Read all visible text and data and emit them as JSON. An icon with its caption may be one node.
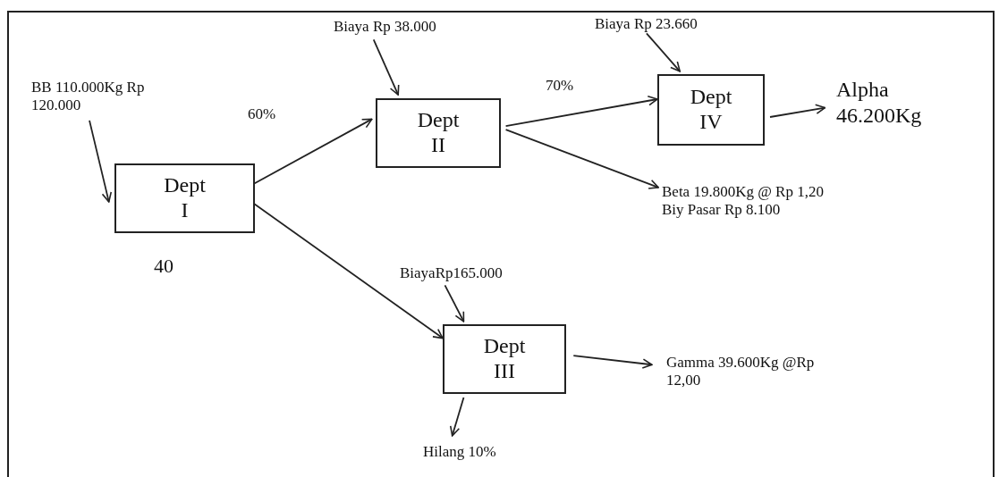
{
  "diagram": {
    "nodes": [
      {
        "text": [
          "BB 110.000Kg Rp 120.000"
        ]
      },
      {
        "text": [
          "Dept I"
        ],
        "beside": [
          "40"
        ]
      },
      {
        "text": [
          "Biaya Rp 38.000"
        ]
      },
      {
        "text": [
          "Dept II"
        ]
      },
      {
        "text": [
          "Biaya Rp 23.660"
        ]
      },
      {
        "text": [
          "Dept IV"
        ]
      },
      {
        "text": [
          "Alpha 46.200Kg"
        ]
      },
      {
        "text": [
          "Beta 19.800Kg @ Rp 1,20 Biy Pasar Rp 8.100"
        ]
      },
      {
        "text": [
          "BiayaRp165.000"
        ]
      },
      {
        "text": [
          "Dept III"
        ]
      },
      {
        "text": [
          "Gamma 39.600Kg @Rp 12,00"
        ]
      },
      {
        "text": [
          "Hilang 10%"
        ]
      }
    ],
    "edges": [
      {
        "from": 0,
        "to": 1,
        "arrow": "to"
      },
      {
        "from": 1,
        "to": 3,
        "arrow": "to",
        "label": "60%"
      },
      {
        "from": 2,
        "to": 3,
        "arrow": "to"
      },
      {
        "from": 3,
        "to": 5,
        "arrow": "to",
        "label": "70%"
      },
      {
        "from": 4,
        "to": 5,
        "arrow": "to"
      },
      {
        "from": 5,
        "to": 6,
        "arrow": "to"
      },
      {
        "from": 3,
        "to": 7,
        "arrow": "to"
      },
      {
        "from": 1,
        "to": 9,
        "arrow": "to"
      },
      {
        "from": 8,
        "to": 9,
        "arrow": "to"
      },
      {
        "from": 9,
        "to": 10,
        "arrow": "to"
      },
      {
        "from": 9,
        "to": 11,
        "arrow": "to"
      }
    ]
  }
}
